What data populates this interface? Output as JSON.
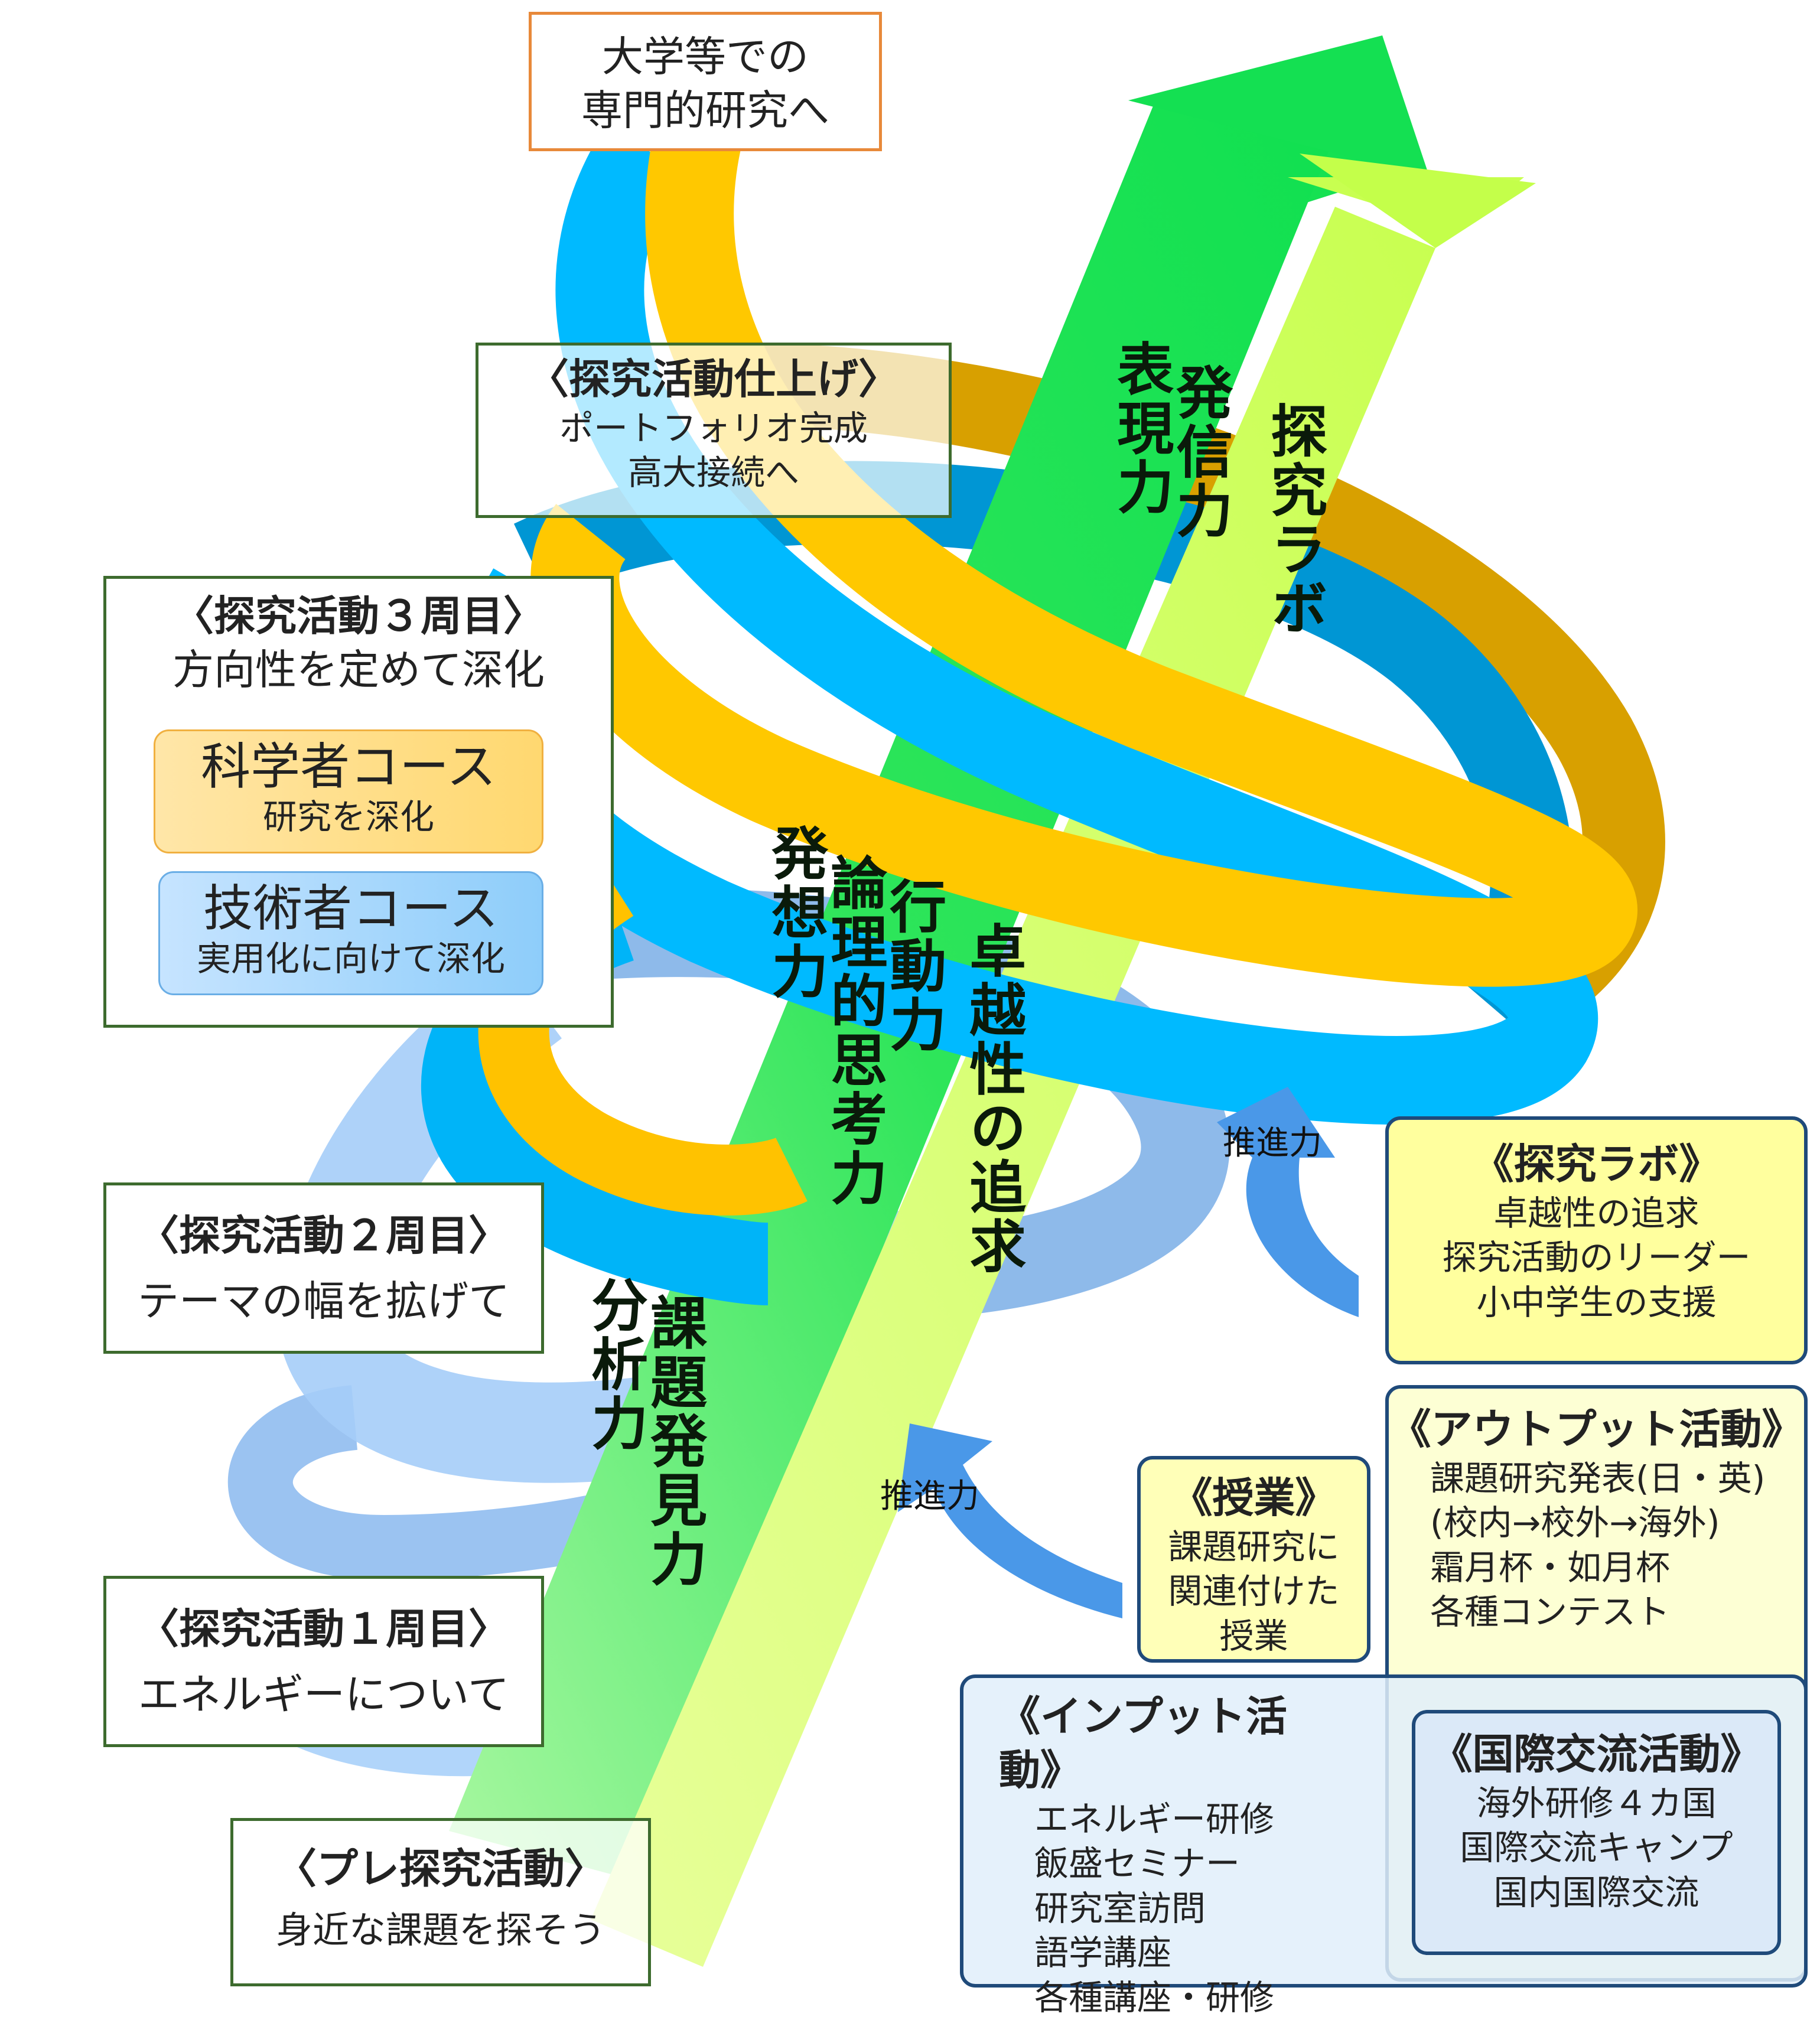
{
  "top_goal": {
    "line1": "大学等での",
    "line2": "専門的研究へ"
  },
  "stages": {
    "finish": {
      "title": "〈探究活動仕上げ〉",
      "line1": "ポートフォリオ完成",
      "line2": "高大接続へ"
    },
    "round3": {
      "title": "〈探究活動３周目〉",
      "subtitle": "方向性を定めて深化",
      "course_sci": {
        "title": "科学者コース",
        "desc": "研究を深化"
      },
      "course_tech": {
        "title": "技術者コース",
        "desc": "実用化に向けて深化"
      }
    },
    "round2": {
      "title": "〈探究活動２周目〉",
      "subtitle": "テーマの幅を拡げて"
    },
    "round1": {
      "title": "〈探究活動１周目〉",
      "subtitle": "エネルギーについて"
    },
    "pre": {
      "title": "〈プレ探究活動〉",
      "subtitle": "身近な課題を探そう"
    }
  },
  "arrow_labels": {
    "a1": "発信力",
    "a2": "表現力",
    "a3": "探究ラボ",
    "b1": "行動力",
    "b2": "論理的思考力",
    "b3": "発想力",
    "b4": "卓越性の追求",
    "c1": "課題発見力",
    "c2": "分析力"
  },
  "propulsion": {
    "upper": "推進力",
    "lower": "推進力"
  },
  "panels": {
    "lab": {
      "title": "《探究ラボ》",
      "items": [
        "卓越性の追求",
        "探究活動のリーダー",
        "小中学生の支援"
      ]
    },
    "output": {
      "title": "《アウトプット活動》",
      "items": [
        "課題研究発表(日・英)",
        "(校内→校外→海外)",
        "霜月杯・如月杯",
        "各種コンテスト"
      ]
    },
    "lesson": {
      "title": "《授業》",
      "items": [
        "課題研究に",
        "関連付けた",
        "授業"
      ]
    },
    "input": {
      "title": "《インプット活動》",
      "items": [
        "エネルギー研修",
        "飯盛セミナー",
        "研究室訪問",
        "語学講座",
        "各種講座・研修"
      ]
    },
    "intl": {
      "title": "《国際交流活動》",
      "items": [
        "海外研修４カ国",
        "国際交流キャンプ",
        "国内国際交流"
      ]
    }
  },
  "colors": {
    "green": "#22e060",
    "lime": "#ccff55",
    "yellow": "#ffc800",
    "gold": "#d9a000",
    "blue": "#00b8ff",
    "darkblue": "#0090d0",
    "lightblue": "#9cc8f4",
    "midblue": "#5b9fe0"
  }
}
